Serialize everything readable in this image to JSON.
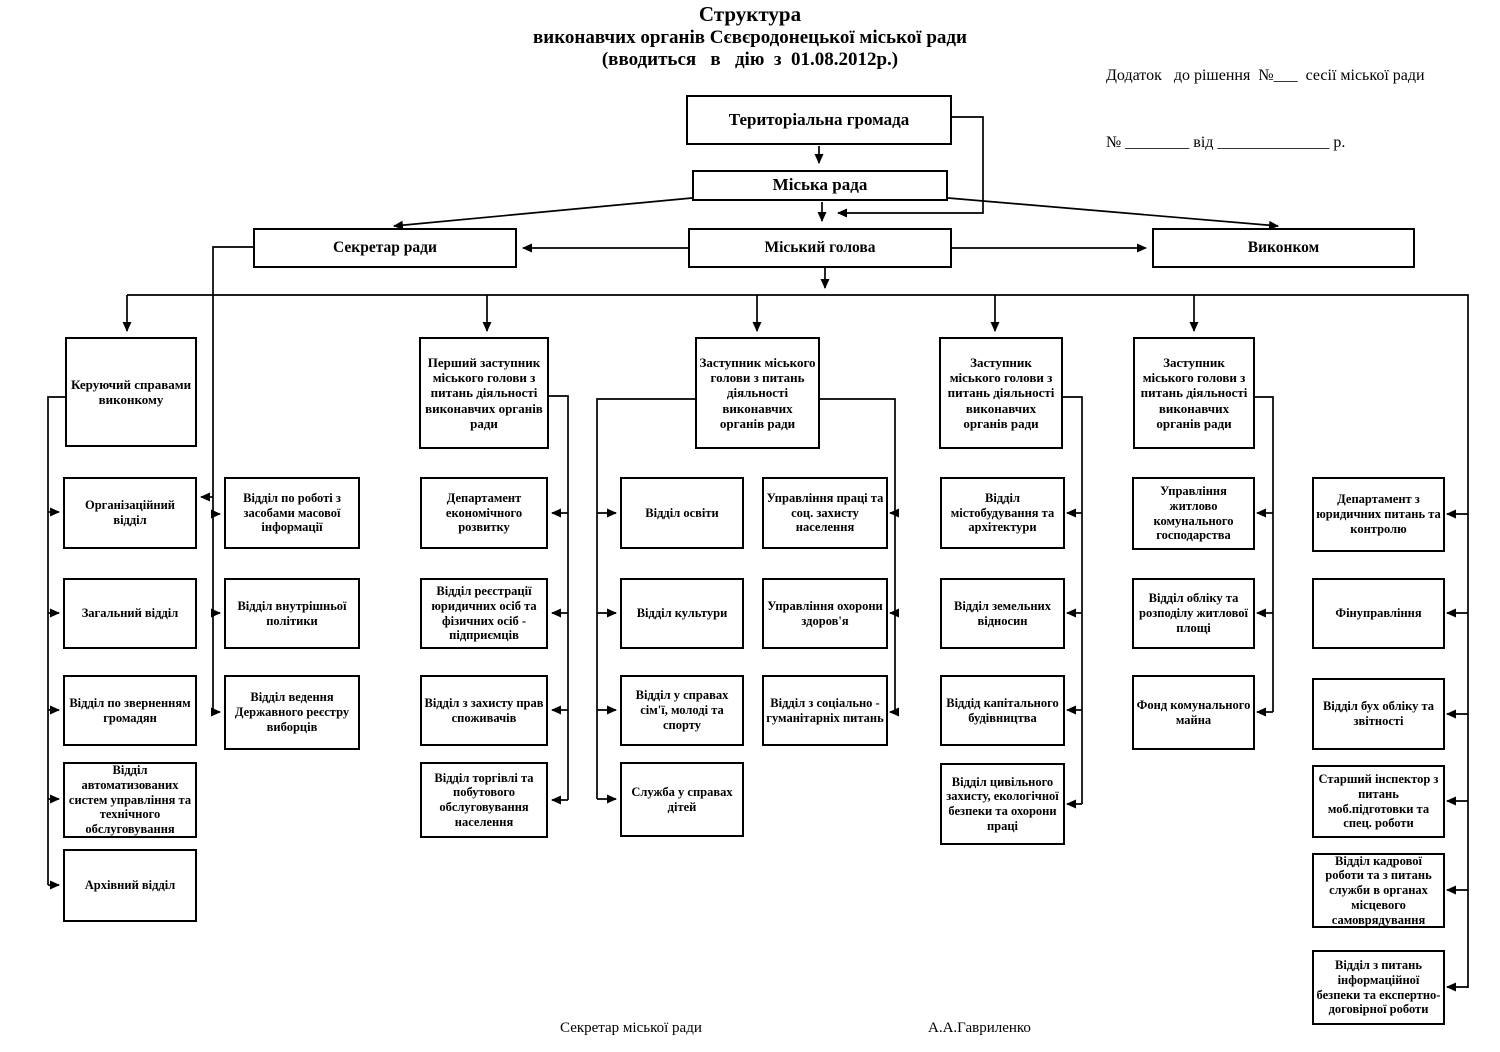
{
  "title": {
    "l1": "Структура",
    "l2": "виконавчих органів Сєвєродонецької міської ради",
    "l3": "(вводиться   в   дію  з  01.08.2012р.)"
  },
  "annotation": {
    "l1": "Додаток   до рішення  №___  сесії міської ради",
    "l2": "№ ________ від ______________ р."
  },
  "top": {
    "community": "Територіальна громада",
    "council": "Міська рада",
    "secretary": "Секретар ради",
    "mayor": "Міський голова",
    "executive": "Виконком"
  },
  "heads": {
    "office_manager": "Керуючий справами виконкому",
    "first_deputy": "Перший заступник міського голови  з питань діяльності виконавчих органів ради",
    "deputy2": "Заступник міського голови з питань діяльності виконавчих органів ради",
    "deputy3": "Заступник міського голови з питань діяльності виконавчих органів ради",
    "deputy4": "Заступник міського голови з питань діяльності виконавчих органів ради"
  },
  "groups": {
    "office_manager": [
      "Організаційний відділ",
      "Загальний відділ",
      "Відділ по зверненням громадян",
      "Відділ автоматизованих систем управління та технічного обслуговування",
      "Архівний відділ"
    ],
    "secretary": [
      "Відділ по роботі з засобами масової інформації",
      "Відділ внутрішньої політики",
      "Відділ ведення Державного реєстру виборців"
    ],
    "first_deputy": [
      "Департамент економічного розвитку",
      "Відділ реєстрації юридичних осіб та фізичних осіб - підприємців",
      "Відділ з захисту прав споживачів",
      "Відділ торгівлі та побутового обслуговування населення"
    ],
    "deputy2_left": [
      "Відділ освіти",
      "Відділ культури",
      "Відділ у справах сім'ї, молоді  та спорту",
      "Служба у справах дітей"
    ],
    "deputy2_right": [
      "Управління праці та соц. захисту населення",
      "Управління охорони здоров'я",
      "Відділ з соціально - гуманітарніх питань"
    ],
    "deputy3": [
      "Відділ містобудування та архітектури",
      "Відділ земельних відносин",
      "Віддід капітального будівництва",
      "Відділ цивільного захисту, екологічної безпеки та охорони праці"
    ],
    "deputy4": [
      "Управління житлово комунального господарства",
      "Відділ обліку та розподілу житлової площі",
      "Фонд комунального майна"
    ],
    "mayor_direct": [
      "Департамент з юридичних питань та контролю",
      "Фінуправління",
      "Відділ бух обліку та звітності",
      "Старший інспектор з питань моб.підготовки та спец. роботи",
      "Відділ кадрової роботи та з питань служби в органах місцевого самоврядування",
      "Відділ з питань інформаційної безпеки та експертно-договірної роботи"
    ]
  },
  "footer": {
    "left": "Секретар міської ради",
    "right": "А.А.Гавриленко"
  },
  "colors": {
    "line": "#000000",
    "box_border": "#000000",
    "background": "#ffffff"
  }
}
